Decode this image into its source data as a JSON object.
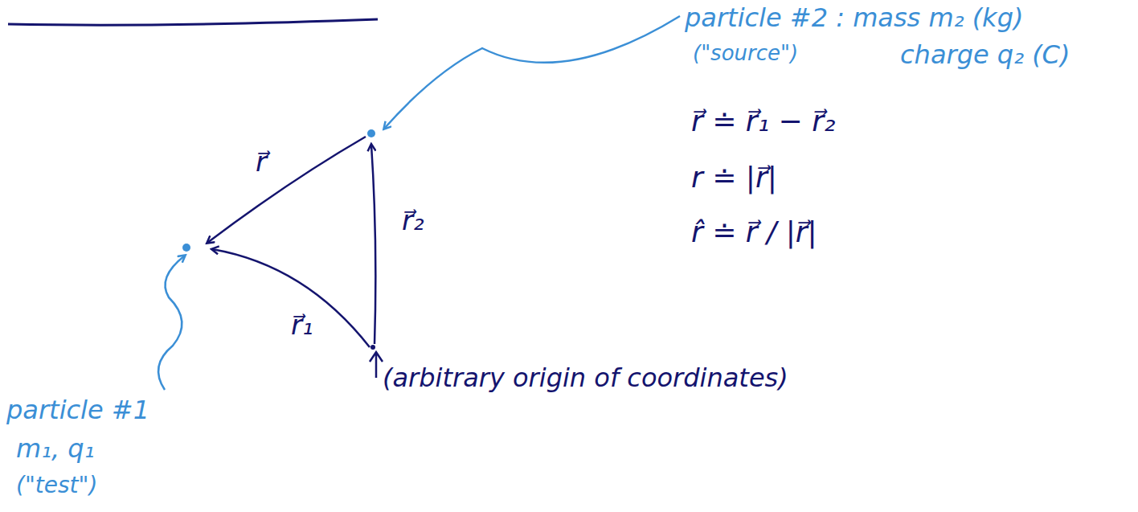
{
  "diagram": {
    "labels": [
      "particle #2 : mass m₂ (kg)",
      "(\"source\")",
      "charge q₂ (C)",
      "r⃗ ≐ r⃗₁ − r⃗₂",
      "r ≐ |r⃗|",
      "r̂ ≐ r⃗ / |r⃗|",
      "r⃗",
      "r⃗₂",
      "r⃗₁",
      "particle #1",
      "m₁, q₁",
      "(\"test\")",
      "(arbitrary origin of coordinates)"
    ]
  }
}
